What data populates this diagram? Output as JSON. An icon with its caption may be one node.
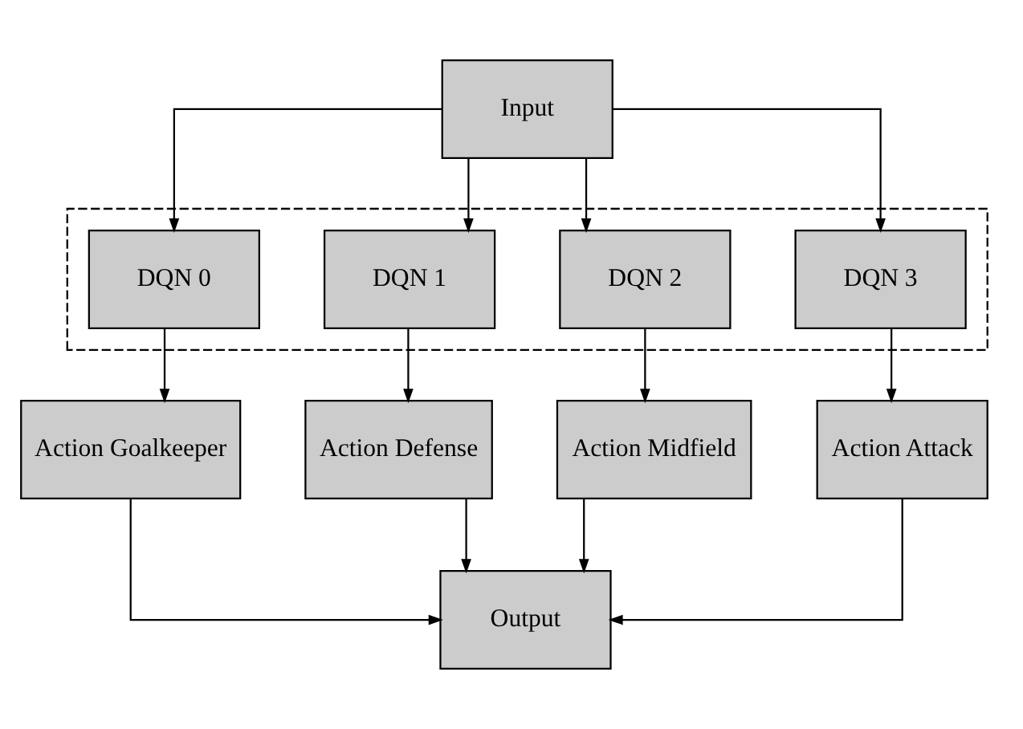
{
  "diagram": {
    "nodes": [
      {
        "text": [
          "Input"
        ]
      },
      {
        "text": [],
        "shape": "box"
      },
      {
        "text": [
          "DQN 0"
        ],
        "in": 1
      },
      {
        "text": [
          "DQN 1"
        ],
        "in": 1
      },
      {
        "text": [
          "DQN 2"
        ],
        "in": 1
      },
      {
        "text": [
          "DQN 3"
        ],
        "in": 1
      },
      {
        "text": [
          "Action Goalkeeper"
        ]
      },
      {
        "text": [
          "Action Defense"
        ]
      },
      {
        "text": [
          "Action Midfield"
        ]
      },
      {
        "text": [
          "Action Attack"
        ]
      },
      {
        "text": [
          "Output"
        ]
      }
    ],
    "edges": [
      {
        "from": 0,
        "to": 2,
        "arrow": "to"
      },
      {
        "from": 0,
        "to": 3,
        "arrow": "to"
      },
      {
        "from": 0,
        "to": 4,
        "arrow": "to"
      },
      {
        "from": 0,
        "to": 5,
        "arrow": "to"
      },
      {
        "from": 2,
        "to": 6,
        "arrow": "to"
      },
      {
        "from": 3,
        "to": 7,
        "arrow": "to"
      },
      {
        "from": 4,
        "to": 8,
        "arrow": "to"
      },
      {
        "from": 5,
        "to": 9,
        "arrow": "to"
      },
      {
        "from": 6,
        "to": 10,
        "arrow": "to"
      },
      {
        "from": 7,
        "to": 10,
        "arrow": "to"
      },
      {
        "from": 8,
        "to": 10,
        "arrow": "to"
      },
      {
        "from": 9,
        "to": 10,
        "arrow": "to"
      }
    ]
  }
}
